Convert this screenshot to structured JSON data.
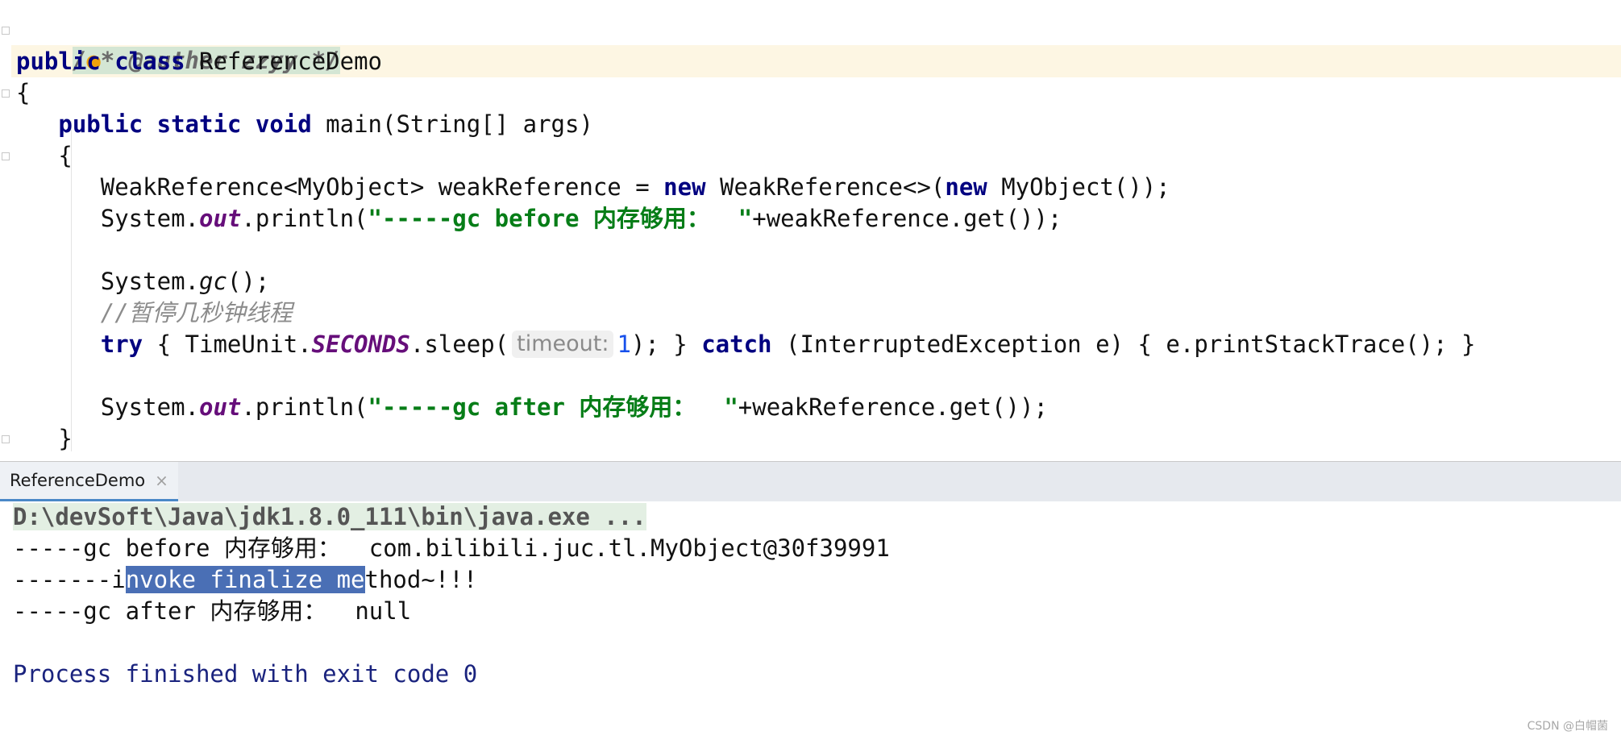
{
  "editor": {
    "annotation": "/** @auther zzyy */",
    "annotation_parts": {
      "open": "/",
      "after_bulb": "* @auther zzyy */"
    },
    "bulb_glyph": "●",
    "class_kw1": "public",
    "class_kw2": "class",
    "class_name": "ReferenceDemo",
    "brace_open": "{",
    "main_kw1": "public",
    "main_kw2": "static",
    "main_kw3": "void",
    "main_sig": "main(String[] args)",
    "main_brace_open": "{",
    "line_weakref_a": "WeakReference<MyObject> weakReference = ",
    "line_weakref_new1": "new",
    "line_weakref_b": " WeakReference<>(",
    "line_weakref_new2": "new",
    "line_weakref_c": " MyObject());",
    "print1_a": "System.",
    "print1_out": "out",
    "print1_b": ".println(",
    "print1_str": "\"-----gc before 内存够用：  \"",
    "print1_c": "+weakReference.get());",
    "gc_a": "System.",
    "gc_b": "gc",
    "gc_c": "();",
    "comment": "//暂停几秒钟线程",
    "try_kw": "try",
    "try_a": " { TimeUnit.",
    "try_seconds": "SECONDS",
    "try_b": ".sleep(",
    "hint_label": "timeout:",
    "try_num": "1",
    "try_c": "); } ",
    "catch_kw": "catch",
    "try_d": " (InterruptedException e) { e.printStackTrace(); }",
    "print2_a": "System.",
    "print2_out": "out",
    "print2_b": ".println(",
    "print2_str": "\"-----gc after 内存够用：  \"",
    "print2_c": "+weakReference.get());",
    "main_brace_close": "}"
  },
  "run_panel": {
    "tab_label": "ReferenceDemo",
    "close_glyph": "×",
    "console": {
      "command": "D:\\devSoft\\Java\\jdk1.8.0_111\\bin\\java.exe ...",
      "line1": "-----gc before 内存够用：  com.bilibili.juc.tl.MyObject@30f39991",
      "line2_pre": "-------i",
      "line2_sel": "nvoke finalize me",
      "line2_post": "thod~!!!",
      "line3": "-----gc after 内存够用：  null",
      "finish": "Process finished with exit code 0"
    }
  },
  "watermark": "CSDN @白帽菌",
  "colors": {
    "keyword": "#000080",
    "string": "#067d17",
    "static_field": "#660e7a",
    "comment": "#8c8c8c",
    "number": "#1750eb",
    "selection": "#4a6fb5",
    "tab_underline": "#4a88c7"
  }
}
